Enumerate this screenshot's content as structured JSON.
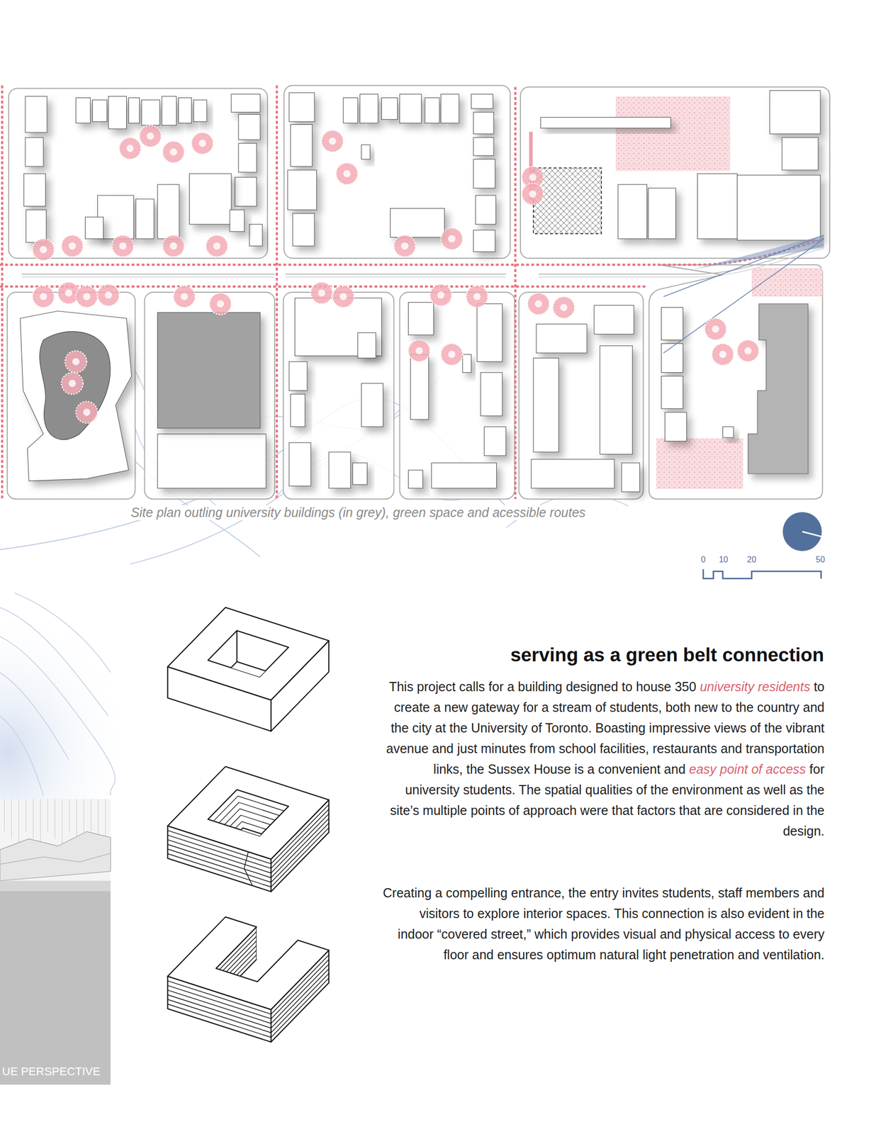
{
  "diagram": {
    "title": "serving as a green belt connection",
    "caption": "Site plan outling university buildings (in grey), green space and acessible routes",
    "labels": [
      "This project calls for a building designed to house 350",
      "university residents",
      "to create a new gateway for a stream of students, both new to the country and the city at the University of Toronto. Boasting impressive views of the vibrant avenue and just minutes from school facilities, restaurants and transportation links, the Sussex House is a convenient and",
      "easy point of access",
      "for university students. The spatial qualities of the environment as well as the site’s multiple points of approach were that factors that are considered in the design.",
      "Creating a compelling entrance, the entry invites students, staff members and visitors to explore interior spaces. This connection is also evident in the indoor “covered street,” which provides visual and physical access to every floor and ensures optimum natural light penetration and ventilation.",
      "0",
      "10",
      "20",
      "50",
      "UE PERSPECTIVE"
    ]
  }
}
